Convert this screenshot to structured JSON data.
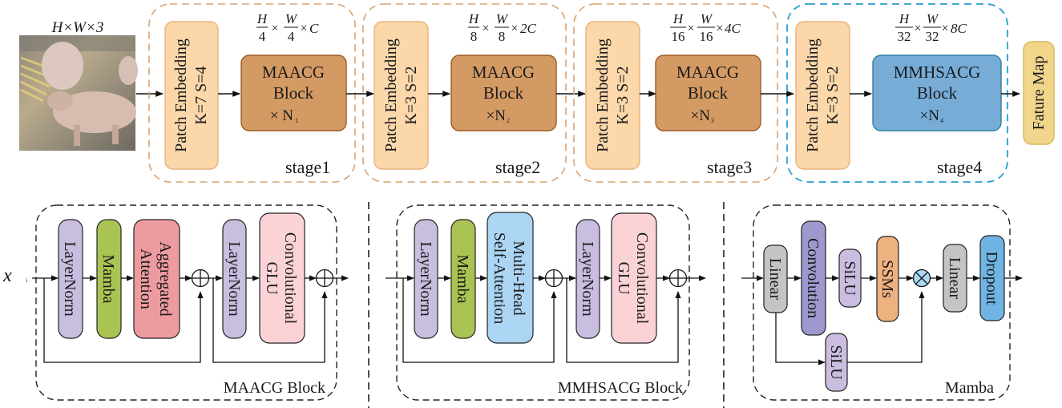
{
  "top": {
    "input_label": "H×W×3",
    "input_image": "pig-pen-photo",
    "stages": [
      {
        "name": "stage1",
        "patch_embedding": {
          "title": "Patch Embedding",
          "params": "K=7 S=4"
        },
        "block": {
          "line1": "MAACG",
          "line2": "Block",
          "repeat": "× N",
          "sub": "1"
        },
        "dims": {
          "h_den": "4",
          "w_den": "4",
          "ch": "C"
        }
      },
      {
        "name": "stage2",
        "patch_embedding": {
          "title": "Patch Embedding",
          "params": "K=3 S=2"
        },
        "block": {
          "line1": "MAACG",
          "line2": "Block",
          "repeat": "×N",
          "sub": "2"
        },
        "dims": {
          "h_den": "8",
          "w_den": "8",
          "ch": "2C"
        }
      },
      {
        "name": "stage3",
        "patch_embedding": {
          "title": "Patch Embedding",
          "params": "K=3 S=2"
        },
        "block": {
          "line1": "MAACG",
          "line2": "Block",
          "repeat": "×N",
          "sub": "3"
        },
        "dims": {
          "h_den": "16",
          "w_den": "16",
          "ch": "4C"
        }
      },
      {
        "name": "stage4",
        "patch_embedding": {
          "title": "Patch Embedding",
          "params": "K=3 S=2"
        },
        "block": {
          "line1": "MMHSACG",
          "line2": "Block",
          "repeat": "×N",
          "sub": "4"
        },
        "dims": {
          "h_den": "32",
          "w_den": "32",
          "ch": "8C"
        }
      }
    ],
    "dim_numer_h": "H",
    "dim_numer_w": "W",
    "times": "×",
    "output_label": "Fature Map"
  },
  "maacg": {
    "input_label": "x",
    "input_mark": "ᵢ",
    "layernorm1": "LayerNorm",
    "mamba": "Mamba",
    "attention": [
      "Aggregated",
      "Attention"
    ],
    "layernorm2": "LayerNorm",
    "glu": [
      "Convolutional",
      "GLU"
    ],
    "caption": "MAACG Block"
  },
  "mmhsacg": {
    "layernorm1": "LayerNorm",
    "mamba": "Mamba",
    "attention": [
      "Multi-Head",
      "Self-Attention"
    ],
    "layernorm2": "LayerNorm",
    "glu": [
      "Convolutional",
      "GLU"
    ],
    "caption": "MMHSACG Block"
  },
  "mamba": {
    "linear1": "Linear",
    "convolution": "Convolution",
    "silu1": "SiLU",
    "ssms": "SSMs",
    "silu2": "SiLU",
    "linear2": "Linear",
    "dropout": "Dropout",
    "caption": "Mamba"
  },
  "colors": {
    "stage_border_orange": "#d9a273",
    "stage_border_blue": "#2a9fcf",
    "patch_fill": "#fbd7aa",
    "patch_stroke": "#e8b27a",
    "maacg_fill": "#d49a63",
    "maacg_stroke": "#9b5a22",
    "mmhsacg_fill": "#77acd7",
    "mmhsacg_stroke": "#2f7fa6",
    "feature_fill": "#f1d58a",
    "feature_stroke": "#d8b65b",
    "layernorm_fill": "#c9bde0",
    "mamba_fill": "#a9c452",
    "agg_attn_fill": "#ee9ba0",
    "mhsa_fill": "#acd5f4",
    "glu_fill": "#fbd3d6",
    "linear_fill": "#c4c4c4",
    "conv_fill": "#9d98ce",
    "silu_fill": "#cbbde0",
    "ssms_fill": "#eeb180",
    "dropout_fill": "#6fb4e2",
    "mult_fill": "#a9d9f3"
  }
}
